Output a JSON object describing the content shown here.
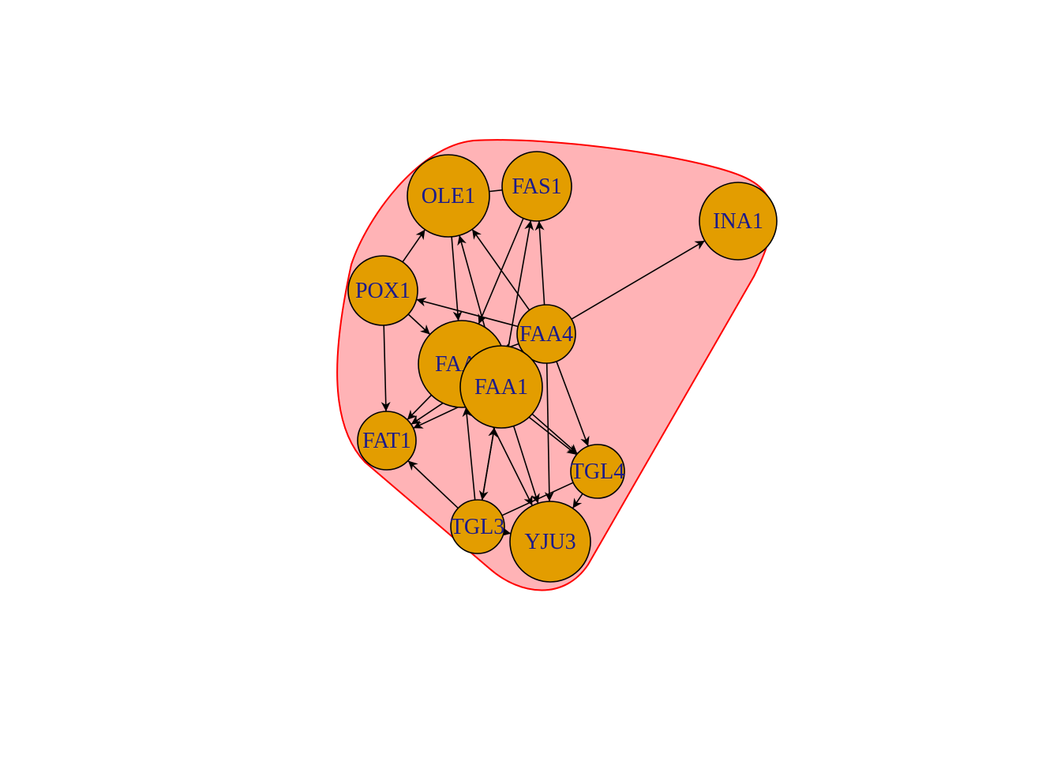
{
  "colors": {
    "node_fill": "#e39d00",
    "node_stroke": "#000000",
    "label": "#1a1a8c",
    "edge": "#000000",
    "hull_fill": "#ffb3b6",
    "hull_stroke": "#ff0000"
  },
  "graph": {
    "nodes": [
      {
        "id": "OLE1",
        "label": "OLE1"
      },
      {
        "id": "FAS1",
        "label": "FAS1"
      },
      {
        "id": "INA1",
        "label": "INA1"
      },
      {
        "id": "POX1",
        "label": "POX1"
      },
      {
        "id": "FAA4",
        "label": "FAA4"
      },
      {
        "id": "FAA2",
        "label": "FAA2"
      },
      {
        "id": "FAA1",
        "label": "FAA1"
      },
      {
        "id": "FAT1",
        "label": "FAT1"
      },
      {
        "id": "TGL4",
        "label": "TGL4"
      },
      {
        "id": "TGL3",
        "label": "TGL3"
      },
      {
        "id": "YJU3",
        "label": "YJU3"
      }
    ],
    "edges": [
      {
        "from": "OLE1",
        "to": "FAS1",
        "arrow": false
      },
      {
        "from": "POX1",
        "to": "OLE1",
        "arrow": true
      },
      {
        "from": "OLE1",
        "to": "FAA2",
        "arrow": true
      },
      {
        "from": "FAA1",
        "to": "OLE1",
        "arrow": true
      },
      {
        "from": "FAA4",
        "to": "OLE1",
        "arrow": true
      },
      {
        "from": "FAS1",
        "to": "FAA2",
        "arrow": true
      },
      {
        "from": "FAA4",
        "to": "FAS1",
        "arrow": true
      },
      {
        "from": "FAA1",
        "to": "FAS1",
        "arrow": true
      },
      {
        "from": "FAA4",
        "to": "INA1",
        "arrow": true
      },
      {
        "from": "FAA4",
        "to": "POX1",
        "arrow": true
      },
      {
        "from": "POX1",
        "to": "FAA2",
        "arrow": true
      },
      {
        "from": "POX1",
        "to": "FAT1",
        "arrow": true
      },
      {
        "from": "FAA4",
        "to": "FAA2",
        "arrow": true
      },
      {
        "from": "FAA4",
        "to": "TGL4",
        "arrow": true
      },
      {
        "from": "FAA4",
        "to": "YJU3",
        "arrow": true
      },
      {
        "from": "FAA2",
        "to": "FAT1",
        "arrow": true
      },
      {
        "from": "FAA1",
        "to": "FAT1",
        "arrow": true
      },
      {
        "from": "FAA4",
        "to": "FAT1",
        "arrow": true
      },
      {
        "from": "FAA2",
        "to": "TGL4",
        "arrow": true
      },
      {
        "from": "FAA1",
        "to": "TGL4",
        "arrow": true
      },
      {
        "from": "FAA2",
        "to": "YJU3",
        "arrow": true
      },
      {
        "from": "FAA1",
        "to": "YJU3",
        "arrow": true
      },
      {
        "from": "FAA1",
        "to": "TGL3",
        "arrow": true
      },
      {
        "from": "TGL3",
        "to": "FAA2",
        "arrow": true
      },
      {
        "from": "TGL3",
        "to": "FAA1",
        "arrow": true
      },
      {
        "from": "TGL3",
        "to": "FAT1",
        "arrow": true
      },
      {
        "from": "TGL3",
        "to": "YJU3",
        "arrow": true
      },
      {
        "from": "TGL3",
        "to": "TGL4",
        "arrow": false
      },
      {
        "from": "TGL4",
        "to": "YJU3",
        "arrow": true
      }
    ]
  }
}
